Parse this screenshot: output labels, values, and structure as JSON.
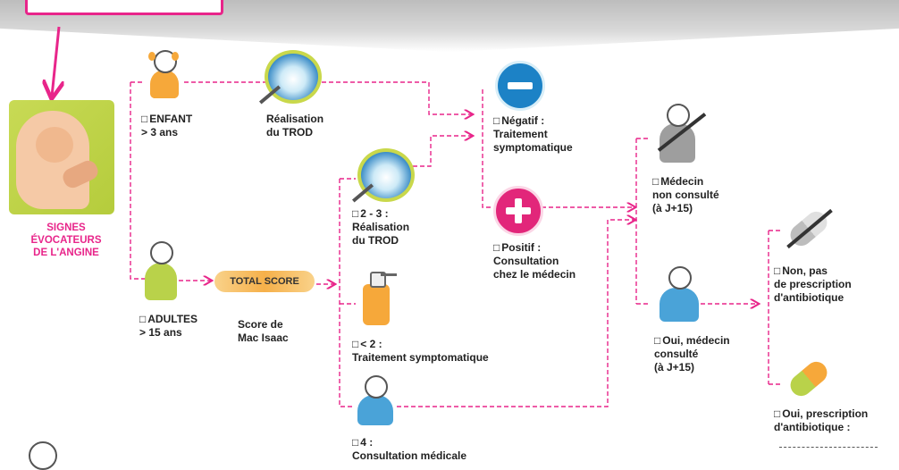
{
  "colors": {
    "accent": "#e8258a",
    "arrow": "#e8258a",
    "negative": "#1c82c6",
    "positive": "#e2267a",
    "score_pill": "#f6b04a"
  },
  "start": {
    "label_line1": "SIGNES",
    "label_line2": "ÉVOCATEURS",
    "label_line3": "DE L'ANGINE"
  },
  "child": {
    "line1": "ENFANT",
    "line2": "> 3 ans"
  },
  "child_trod": {
    "line1": "Réalisation",
    "line2": "du TROD"
  },
  "adult": {
    "line1": "ADULTES",
    "line2": "> 15 ans"
  },
  "score": {
    "pill": "TOTAL SCORE",
    "line1": "Score de",
    "line2": "Mac Isaac"
  },
  "score_23": {
    "line1": "2 - 3 :",
    "line2": "Réalisation",
    "line3": "du TROD"
  },
  "score_lt2": {
    "line1": "< 2 :",
    "line2": "Traitement symptomatique"
  },
  "score_4": {
    "line1": "4 :",
    "line2": "Consultation médicale"
  },
  "negative": {
    "line1": "Négatif :",
    "line2": "Traitement",
    "line3": "symptomatique"
  },
  "positive": {
    "line1": "Positif :",
    "line2": "Consultation",
    "line3": "chez le médecin"
  },
  "doctor_no": {
    "line1": "Médecin",
    "line2": "non consulté",
    "line3": "(à J+15)"
  },
  "doctor_yes": {
    "line1": "Oui, médecin",
    "line2": "consulté",
    "line3": "(à J+15)"
  },
  "no_antibiotic": {
    "line1": "Non, pas",
    "line2": "de prescription",
    "line3": "d'antibiotique"
  },
  "yes_antibiotic": {
    "line1": "Oui, prescription",
    "line2": "d'antibiotique :"
  },
  "icons": [
    "arrow-down-icon",
    "throat-icon",
    "child-icon",
    "mouth-swab-icon",
    "adult-icon",
    "spray-icon",
    "doctor-icon",
    "minus-icon",
    "plus-icon",
    "doctor-crossed-icon",
    "pill-crossed-icon",
    "pill-icon"
  ]
}
